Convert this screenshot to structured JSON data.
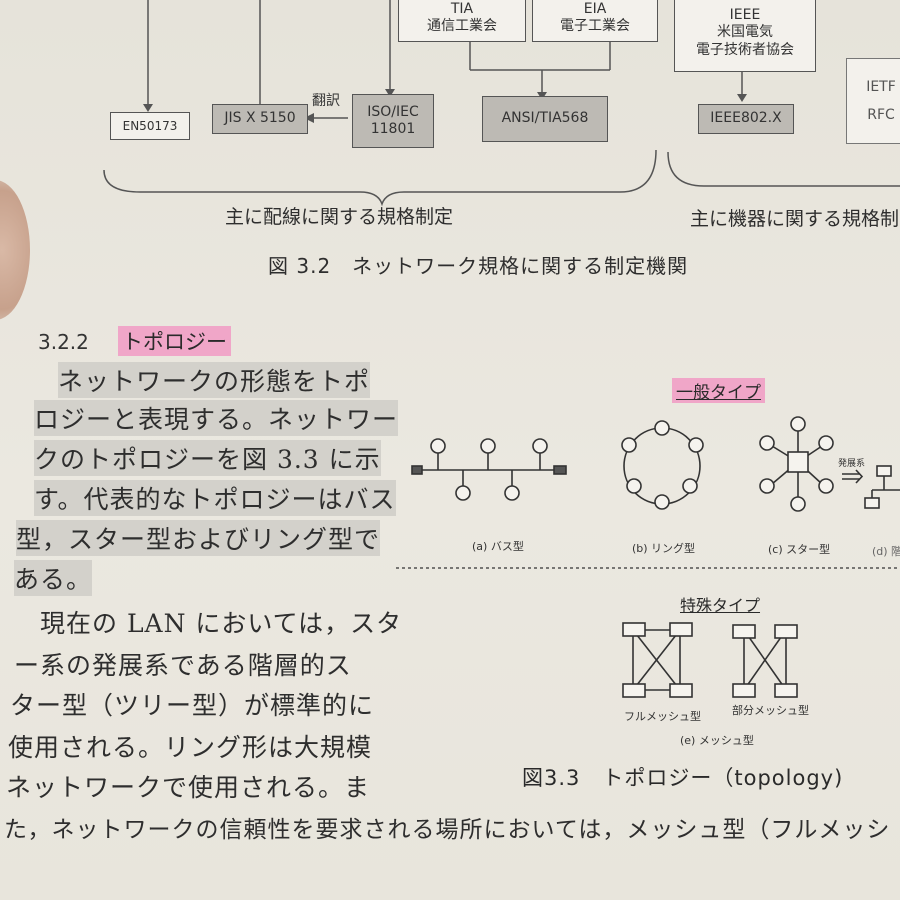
{
  "org_top": {
    "tia": "TIA\n通信工業会",
    "eia": "EIA\n電子工業会",
    "ieee": "IEEE\n米国電気\n電子技術者協会",
    "ietf": "IETF\nRFC"
  },
  "standards": {
    "en": "EN50173",
    "jis": "JIS X 5150",
    "honyaku": "翻訳",
    "iso": "ISO/IEC\n11801",
    "ansi": "ANSI/TIA568",
    "ieee802": "IEEE802.X"
  },
  "brace_labels": {
    "wiring": "主に配線に関する規格制定",
    "equipment": "主に機器に関する規格制"
  },
  "fig32_caption": "図 3.2　ネットワーク規格に関する制定機関",
  "section": {
    "number": "3.2.2",
    "title": "トポロジー"
  },
  "para1_lines": [
    "ネットワークの形態をトポ",
    "ロジーと表現する。ネットワー",
    "クのトポロジーを図 3.3 に示",
    "す。代表的なトポロジーはバス",
    "型，スター型およびリング型で",
    "ある。"
  ],
  "para2_lines": [
    "　現在の LAN においては，スタ",
    "ー系の発展系である階層的ス",
    "ター型（ツリー型）が標準的に",
    "使用される。リング形は大規模",
    "ネットワークで使用される。ま",
    "た，ネットワークの信頼性を要求される場所においては，メッシュ型（フルメッシ"
  ],
  "figure33": {
    "general_label": "一般タイプ",
    "bus_label": "(a) バス型",
    "ring_label": "(b) リング型",
    "star_label": "(c) スター型",
    "tree_label": "(d) 階層",
    "expand_label": "発展系",
    "special_label": "特殊タイプ",
    "full_mesh_label": "フルメッシュ型",
    "partial_mesh_label": "部分メッシュ型",
    "mesh_label": "(e) メッシュ型",
    "caption": "図3.3　トポロジー（topology)"
  }
}
